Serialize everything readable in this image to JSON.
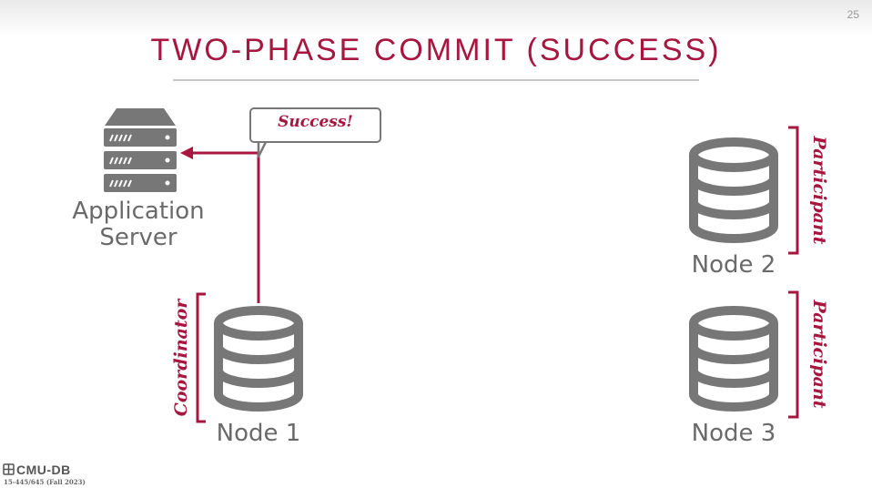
{
  "slide": {
    "page_number": "25",
    "title": "TWO-PHASE COMMIT (SUCCESS)"
  },
  "application_server": {
    "label_line1": "Application",
    "label_line2": "Server",
    "icon": "server-rack-icon"
  },
  "message": {
    "text": "Success!"
  },
  "nodes": [
    {
      "label": "Node 1",
      "role": "Coordinator",
      "icon": "database-icon"
    },
    {
      "label": "Node 2",
      "role": "Participant",
      "icon": "database-icon"
    },
    {
      "label": "Node 3",
      "role": "Participant",
      "icon": "database-icon"
    }
  ],
  "footer": {
    "logo": "CMU-DB",
    "course": "15-445/645 (Fall 2023)"
  },
  "colors": {
    "accent": "#a6163f",
    "icon_gray": "#777777",
    "text_gray": "#6a6a6a"
  }
}
